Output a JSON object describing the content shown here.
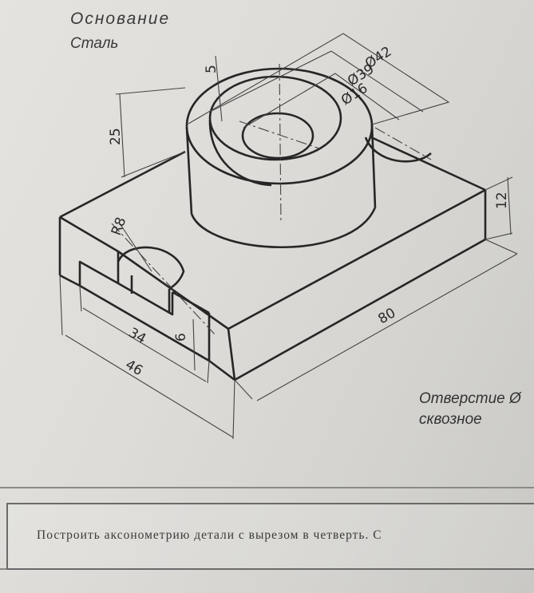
{
  "header": {
    "title": "Основание",
    "material": "Сталь"
  },
  "dimensions": {
    "d42": "Ø42",
    "d39": "Ø39",
    "d16": "Ø16",
    "depth5": "5",
    "height25": "25",
    "thickness12": "12",
    "radius8": "R8",
    "length80": "80",
    "width46": "46",
    "slot34": "34",
    "slot6": "6"
  },
  "note": {
    "line1": "Отверстие Ø",
    "line2": "сквозное"
  },
  "task": {
    "text": "Построить аксонометрию детали с вырезом в четверть. С"
  }
}
